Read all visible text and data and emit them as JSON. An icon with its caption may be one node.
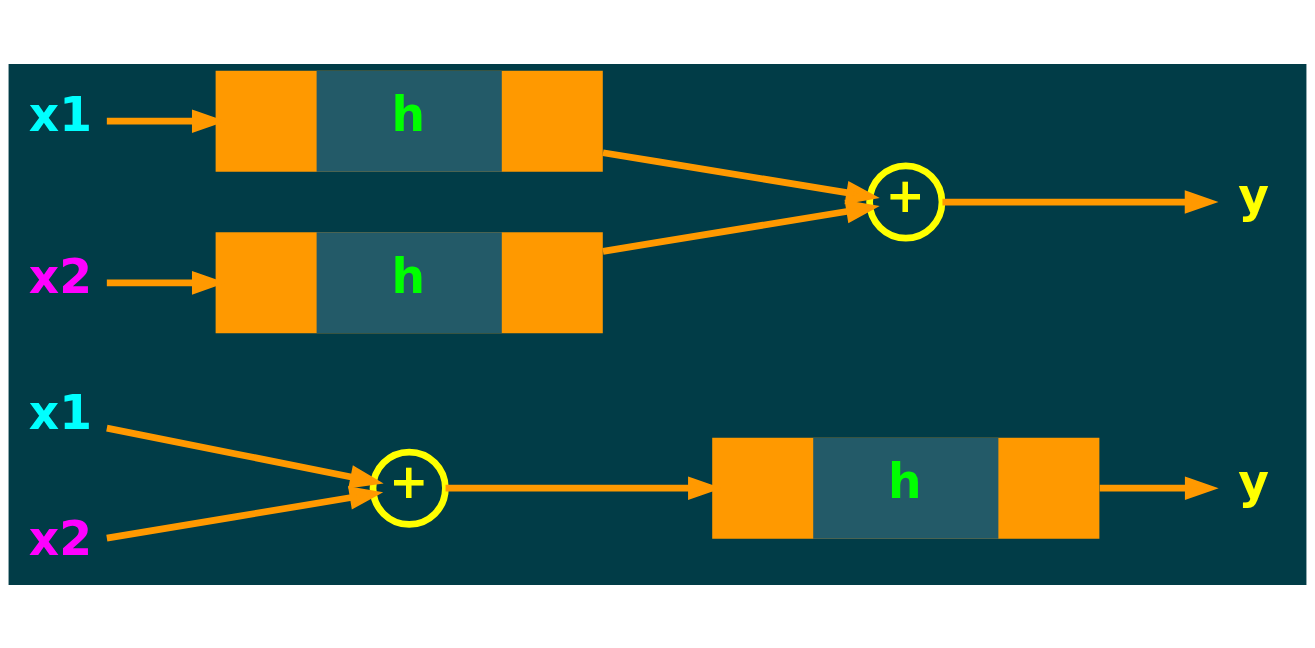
{
  "diagram": {
    "nodes": [
      {
        "text": [
          "x1"
        ]
      },
      {
        "text": [
          "x2"
        ]
      },
      {
        "text": [
          "+"
        ]
      },
      {
        "text": [
          "h"
        ]
      },
      {
        "text": [
          "y"
        ]
      },
      {
        "text": [
          "x1"
        ]
      },
      {
        "text": [
          "h"
        ]
      },
      {
        "text": [
          "x2"
        ]
      },
      {
        "text": [
          "h"
        ]
      },
      {
        "text": [
          "+"
        ]
      },
      {
        "text": [
          "y"
        ]
      }
    ],
    "edges": [
      {
        "from": 0,
        "to": 2,
        "arrow": "to"
      },
      {
        "from": 1,
        "to": 2,
        "arrow": "to"
      },
      {
        "from": 2,
        "to": 3,
        "arrow": "to"
      },
      {
        "from": 3,
        "to": 4,
        "arrow": "to"
      },
      {
        "from": 5,
        "to": 6,
        "arrow": "to"
      },
      {
        "from": 7,
        "to": 8,
        "arrow": "to"
      },
      {
        "from": 6,
        "to": 9,
        "arrow": "to"
      },
      {
        "from": 8,
        "to": 9,
        "arrow": "to"
      },
      {
        "from": 9,
        "to": 10,
        "arrow": "to"
      }
    ]
  }
}
